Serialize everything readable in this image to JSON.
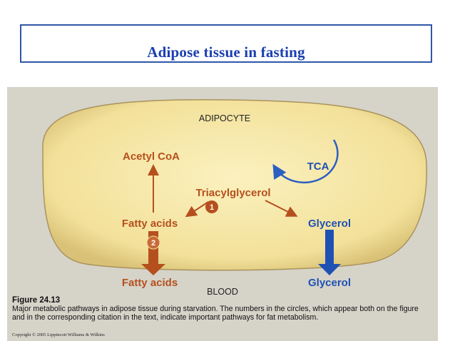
{
  "slide": {
    "title": "Adipose tissue in fasting"
  },
  "diagram": {
    "cell_label": "ADIPOCYTE",
    "acetyl_coa": "Acetyl CoA",
    "tca": "TCA",
    "triacylglycerol": "Triacylglycerol",
    "step1": "1",
    "step2": "2",
    "fatty_acids_cell": "Fatty acids",
    "glycerol_cell": "Glycerol",
    "fatty_acids_blood": "Fatty acids",
    "glycerol_blood": "Glycerol",
    "blood_label": "BLOOD",
    "colors": {
      "cell_fill": "#f7e9a4",
      "metabolite_brown": "#b5501e",
      "glycerol_blue": "#1f51b4",
      "tca_blue": "#2c5fc2",
      "background": "#d6d3c9"
    }
  },
  "caption": {
    "figure_number": "Figure 24.13",
    "text": "Major metabolic pathways in adipose tissue during starvation. The numbers in the circles, which appear both on the figure and in the corresponding citation in the text, indicate important pathways for fat metabolism.",
    "copyright": "Copyright © 2005 Lippincott Williams & Wilkins"
  }
}
